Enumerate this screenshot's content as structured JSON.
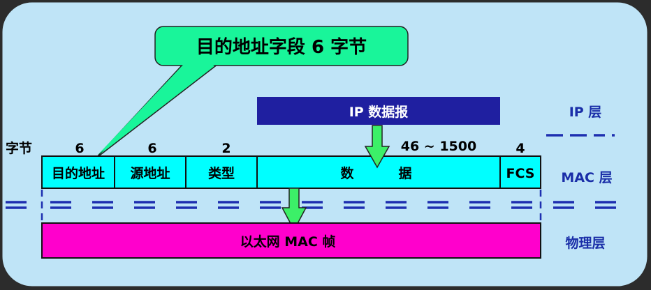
{
  "callout": {
    "text": "目的地址字段 6 字节"
  },
  "ip_datagram": {
    "label": "IP 数据报"
  },
  "bytes_label": "字节",
  "field_sizes": [
    "6",
    "6",
    "2",
    "46 ~ 1500",
    "4"
  ],
  "fields": [
    "目的地址",
    "源地址",
    "类型",
    "数",
    "据",
    "FCS"
  ],
  "ethernet_frame": {
    "label": "以太网 MAC 帧"
  },
  "layers": {
    "ip": "IP 层",
    "mac": "MAC 层",
    "physical": "物理层"
  },
  "colors": {
    "background": "#2c2c2c",
    "panel": "#bfe4f7",
    "callout": "#19f59a",
    "ip_box": "#1f1fa0",
    "mac_fields": "#00ffff",
    "frame": "#ff00cc",
    "arrow": "#3cf068",
    "dash": "#1e2fb0"
  }
}
